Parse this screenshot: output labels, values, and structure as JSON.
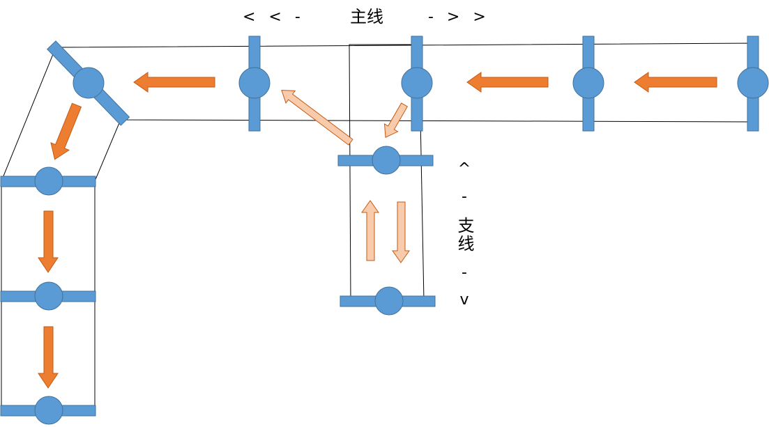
{
  "labels": {
    "main_line": "主线",
    "main_left_arrows": "< < -",
    "main_right_arrows": "- > >",
    "branch_line": "支线",
    "branch_up": "^",
    "branch_dash_top": "-",
    "branch_dash_bottom": "-",
    "branch_down": "v"
  },
  "colors": {
    "station_blue": "#5b9bd5",
    "station_stroke": "#41719c",
    "main_arrow": "#ed7d31",
    "branch_arrow_fill": "#f8cbad",
    "branch_arrow_stroke": "#c55a11",
    "track_line": "#000000"
  },
  "icons": {
    "station": "station-node-icon",
    "flow_arrow": "flow-arrow-icon"
  }
}
